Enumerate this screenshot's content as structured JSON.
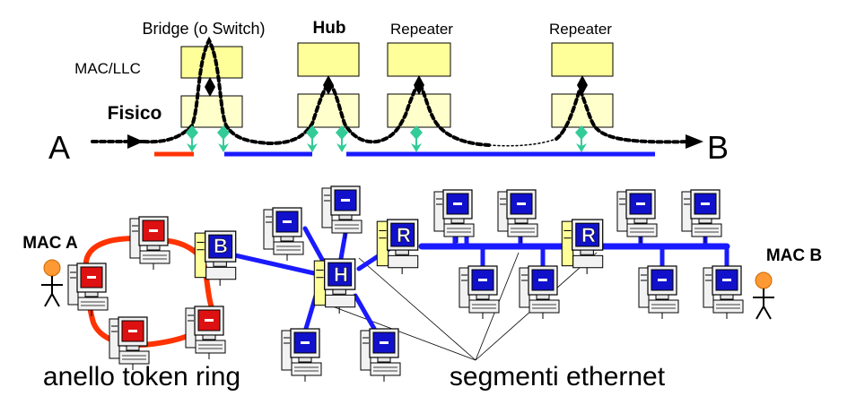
{
  "top": {
    "device_labels": {
      "bridge": "Bridge (o Switch)",
      "hub": "Hub",
      "repeater1": "Repeater",
      "repeater2": "Repeater"
    },
    "layer_labels": {
      "mac_llc": "MAC/LLC",
      "fisico": "Fisico"
    },
    "endpoints": {
      "a": "A",
      "b": "B"
    }
  },
  "bottom": {
    "mac_a": "MAC A",
    "mac_b": "MAC B",
    "bridge_letter": "B",
    "hub_letter": "H",
    "repeater_letter": "R",
    "token_ring_label": "anello token ring",
    "ethernet_label": "segmenti ethernet"
  },
  "colors": {
    "layer_box": "#ffff99",
    "layer_box_lower": "#ffffcc",
    "token_ring": "#ff3300",
    "ethernet": "#1a1aff",
    "arrow_diamond": "#33cc99",
    "red_monitor": "#dd1111",
    "blue_monitor": "#1111cc",
    "person": "#ff9933"
  },
  "icons": [
    "computer-icon",
    "person-icon",
    "diamond-arrow-icon"
  ]
}
